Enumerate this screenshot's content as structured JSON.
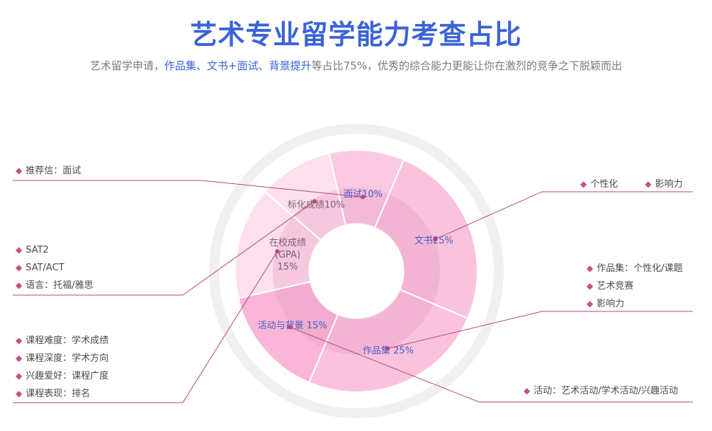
{
  "title": "艺术专业留学能力考查占比",
  "subtitle": {
    "part1": "艺术留学申请，",
    "highlight1": "作品集、文书+面试、背景提升",
    "part2": "等占比75%，优秀的综合能力更能让你在激烈的竞争之下脱颖而出"
  },
  "chart_data": {
    "type": "pie",
    "title": "艺术专业留学能力考查占比",
    "variant": "donut",
    "slices": [
      {
        "label": "文书25%",
        "value": 25,
        "color": "#fbc2dd"
      },
      {
        "label": "作品集 25%",
        "value": 25,
        "color": "#fbc2dd"
      },
      {
        "label": "活动与背景 15%",
        "value": 15,
        "color": "#f9b6d6"
      },
      {
        "label": "在校成绩",
        "label2": "(GPA)",
        "label3": "15%",
        "value": 15,
        "color": "#fde0ee"
      },
      {
        "label": "标化成绩10%",
        "value": 10,
        "color": "#fde0ee"
      },
      {
        "label": "面试10%",
        "value": 10,
        "color": "#fcc9e2"
      }
    ]
  },
  "annotations": {
    "left": [
      {
        "items": [
          "推荐信：面试"
        ]
      },
      {
        "items": [
          "SAT2",
          "SAT/ACT",
          "语言：托福/雅思"
        ]
      },
      {
        "items": [
          "课程难度：学术成绩",
          "课程深度：学术方向",
          "兴趣爱好：课程广度",
          "课程表现：排名"
        ]
      }
    ],
    "right": [
      {
        "items": [
          "个性化",
          "影响力"
        ]
      },
      {
        "items": [
          "作品集：个性化/课题",
          "艺术竞赛",
          "影响力"
        ]
      },
      {
        "items": [
          "活动：艺术活动/学术活动/兴趣活动"
        ]
      }
    ]
  },
  "colors": {
    "title": "#3a63d6",
    "accent": "#c0518f",
    "ring": "#f0f0f0",
    "leader": "#b3467f"
  }
}
